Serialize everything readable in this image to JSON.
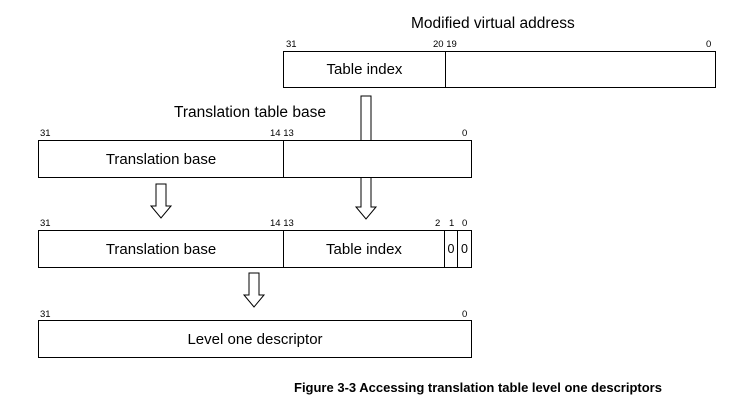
{
  "mva": {
    "title": "Modified virtual address",
    "bits": {
      "b31": "31",
      "b20_19": "20 19",
      "b0": "0"
    },
    "fields": {
      "table_index": "Table index",
      "offset": ""
    }
  },
  "ttb": {
    "title": "Translation table base",
    "bits": {
      "b31": "31",
      "b14_13": "14 13",
      "b0": "0"
    },
    "fields": {
      "translation_base": "Translation base",
      "unused": ""
    }
  },
  "result": {
    "bits": {
      "b31": "31",
      "b14_13": "14 13",
      "b2": "2",
      "b1": "1",
      "b0": "0"
    },
    "fields": {
      "translation_base": "Translation base",
      "table_index": "Table index",
      "bit1": "0",
      "bit0": "0"
    }
  },
  "descriptor": {
    "bits": {
      "b31": "31",
      "b0": "0"
    },
    "fields": {
      "label": "Level one descriptor"
    }
  },
  "caption": "Figure 3-3 Accessing translation table level one descriptors"
}
